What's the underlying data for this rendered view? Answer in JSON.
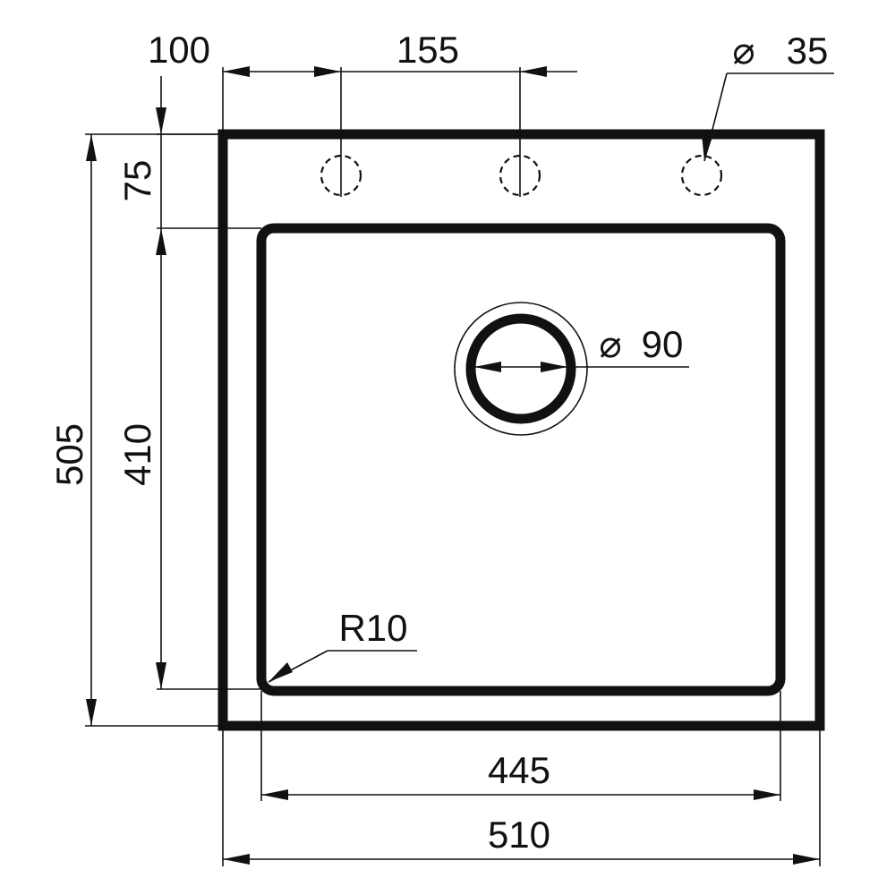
{
  "dimensions": {
    "tap_offset": "100",
    "tap_spacing": "155",
    "tap_hole": "35",
    "top_margin": "75",
    "overall_depth": "505",
    "bowl_depth": "410",
    "drain": "90",
    "corner_radius": "R10",
    "bowl_width": "445",
    "overall_width": "510"
  },
  "symbols": {
    "diameter": "⌀"
  }
}
